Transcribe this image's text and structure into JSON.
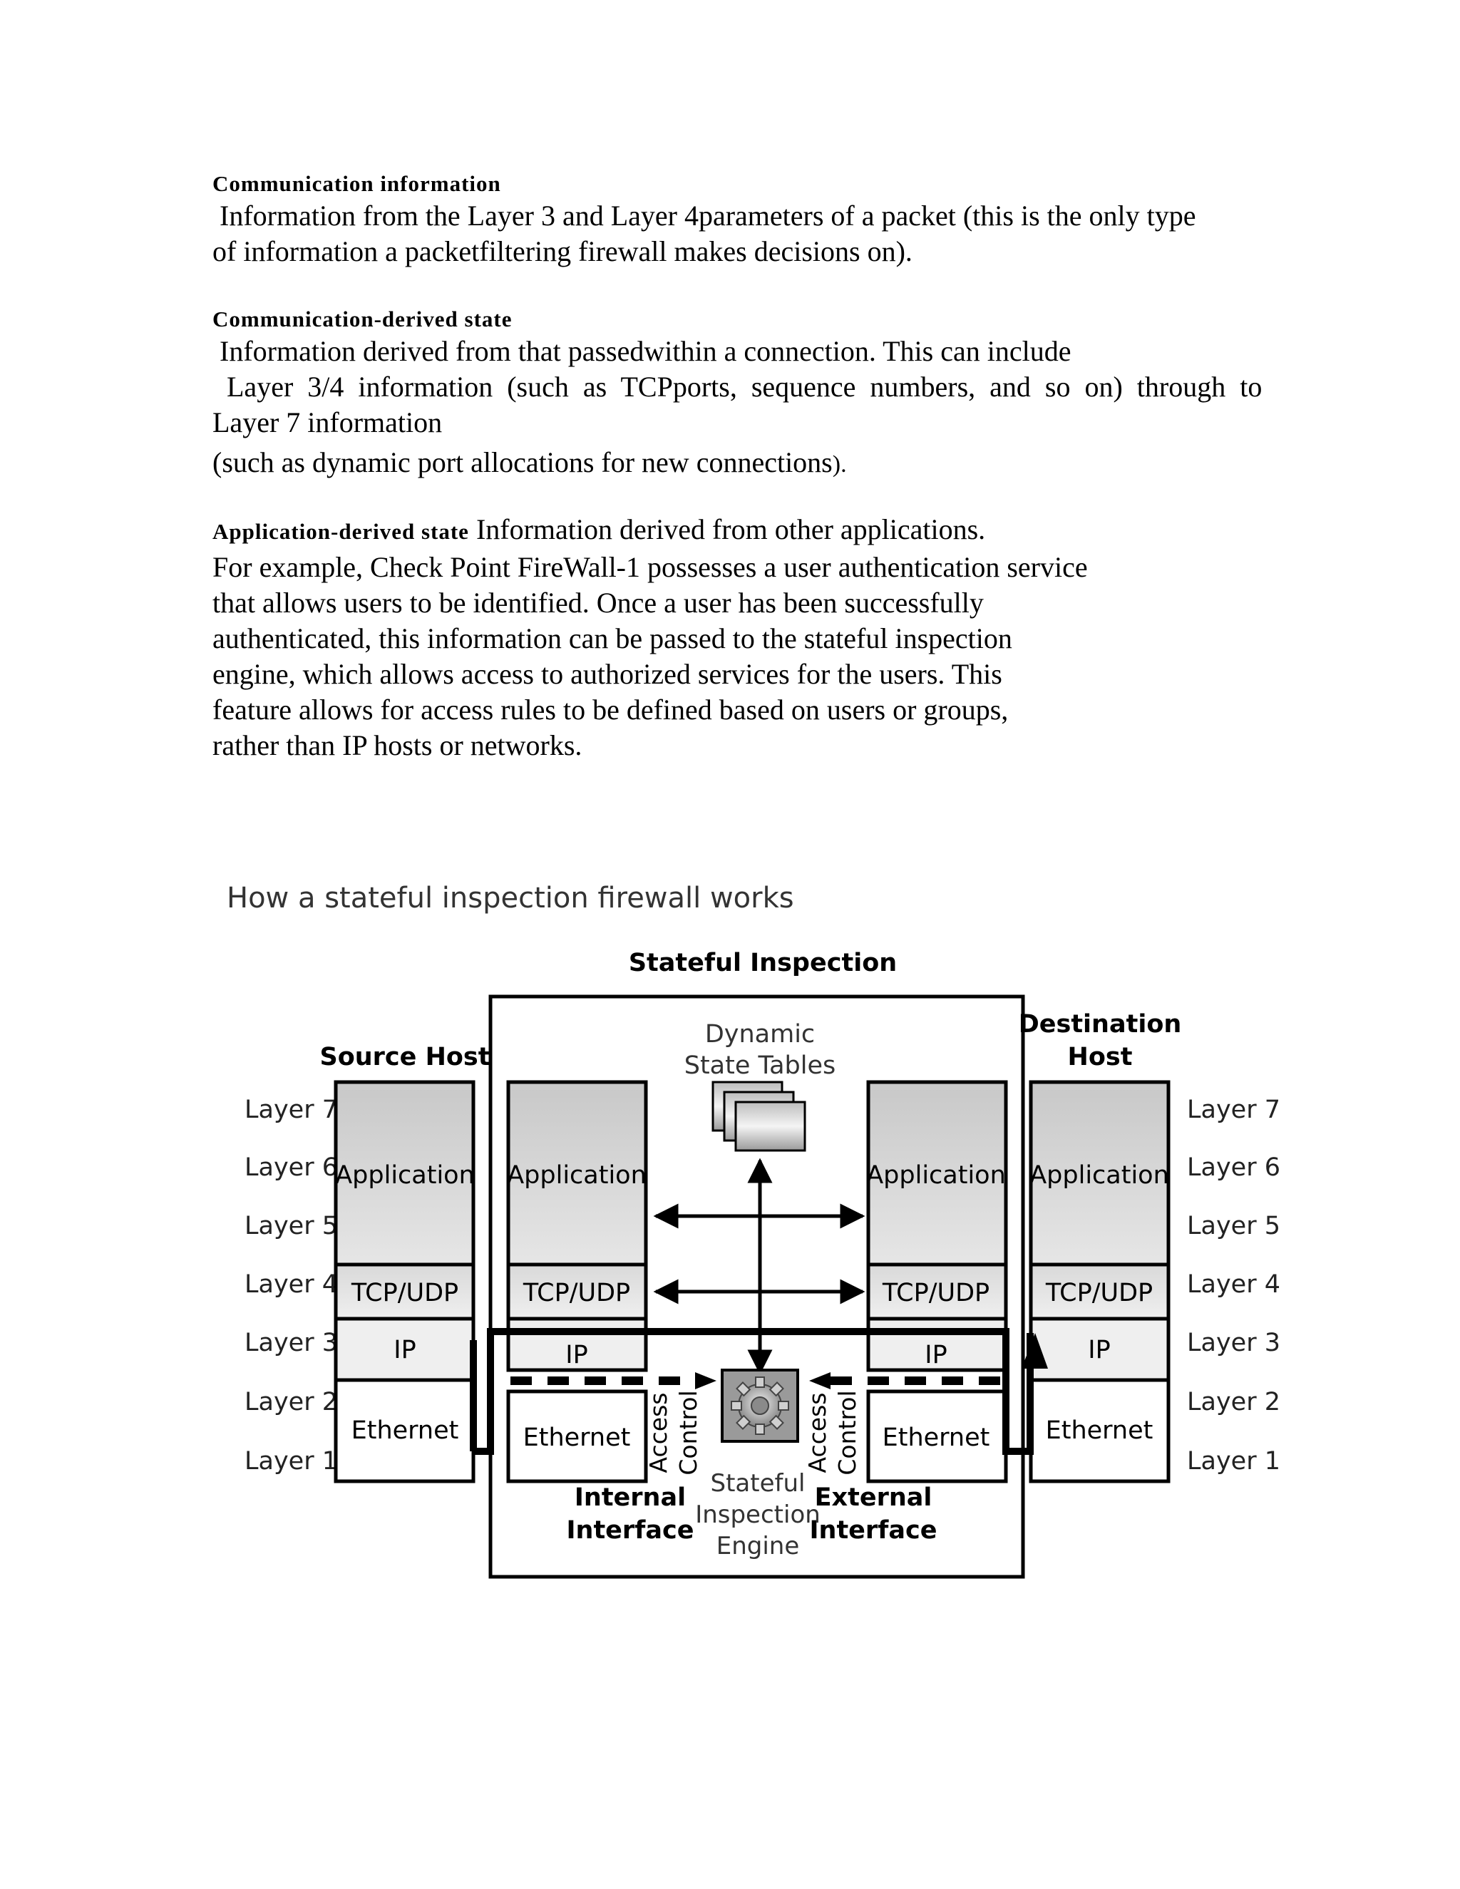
{
  "sections": [
    {
      "heading": "Communication information",
      "lines": [
        " Information from the Layer 3 and Layer 4parameters of a packet (this is the only type",
        "of information a packetfiltering firewall makes decisions on)."
      ]
    },
    {
      "heading": "Communication-derived state",
      "lines": [
        " Information derived from that passedwithin a connection. This can include",
        " Layer 3/4 information (such as TCPports, sequence numbers, and so on) through to",
        "Layer 7 information"
      ],
      "extra_line": "(such as dynamic port allocations for new connections",
      "extra_line_end": ")."
    },
    {
      "heading": "Application-derived state",
      "heading_tail": " Information derived from other applications.",
      "lines": [
        "For example, Check Point FireWall-1 possesses a user authentication service",
        "that allows users to be identified. Once a user has been successfully",
        "authenticated, this information can be passed to the stateful inspection",
        "engine, which allows access to authorized services for the users. This",
        "feature allows for access rules to be defined based on users or groups,",
        "rather than IP hosts or networks."
      ]
    }
  ],
  "figure": {
    "caption": "How a stateful inspection firewall works",
    "stateful_title": "Stateful Inspection",
    "source_host": "Source Host",
    "destination_host_line1": "Destination",
    "destination_host_line2": "Host",
    "dynamic_tables_line1": "Dynamic",
    "dynamic_tables_line2": "State Tables",
    "layers": [
      "Layer 7",
      "Layer 6",
      "Layer 5",
      "Layer 4",
      "Layer 3",
      "Layer 2",
      "Layer 1"
    ],
    "stack": {
      "application": "Application",
      "tcp_udp": "TCP/UDP",
      "ip": "IP",
      "ethernet": "Ethernet"
    },
    "access_control_line1": "Access",
    "access_control_line2": "Control",
    "engine_line1": "Stateful",
    "engine_line2": "Inspection",
    "engine_line3": "Engine",
    "internal_line1": "Internal",
    "internal_line2": "Interface",
    "external_line1": "External",
    "external_line2": "Interface"
  }
}
